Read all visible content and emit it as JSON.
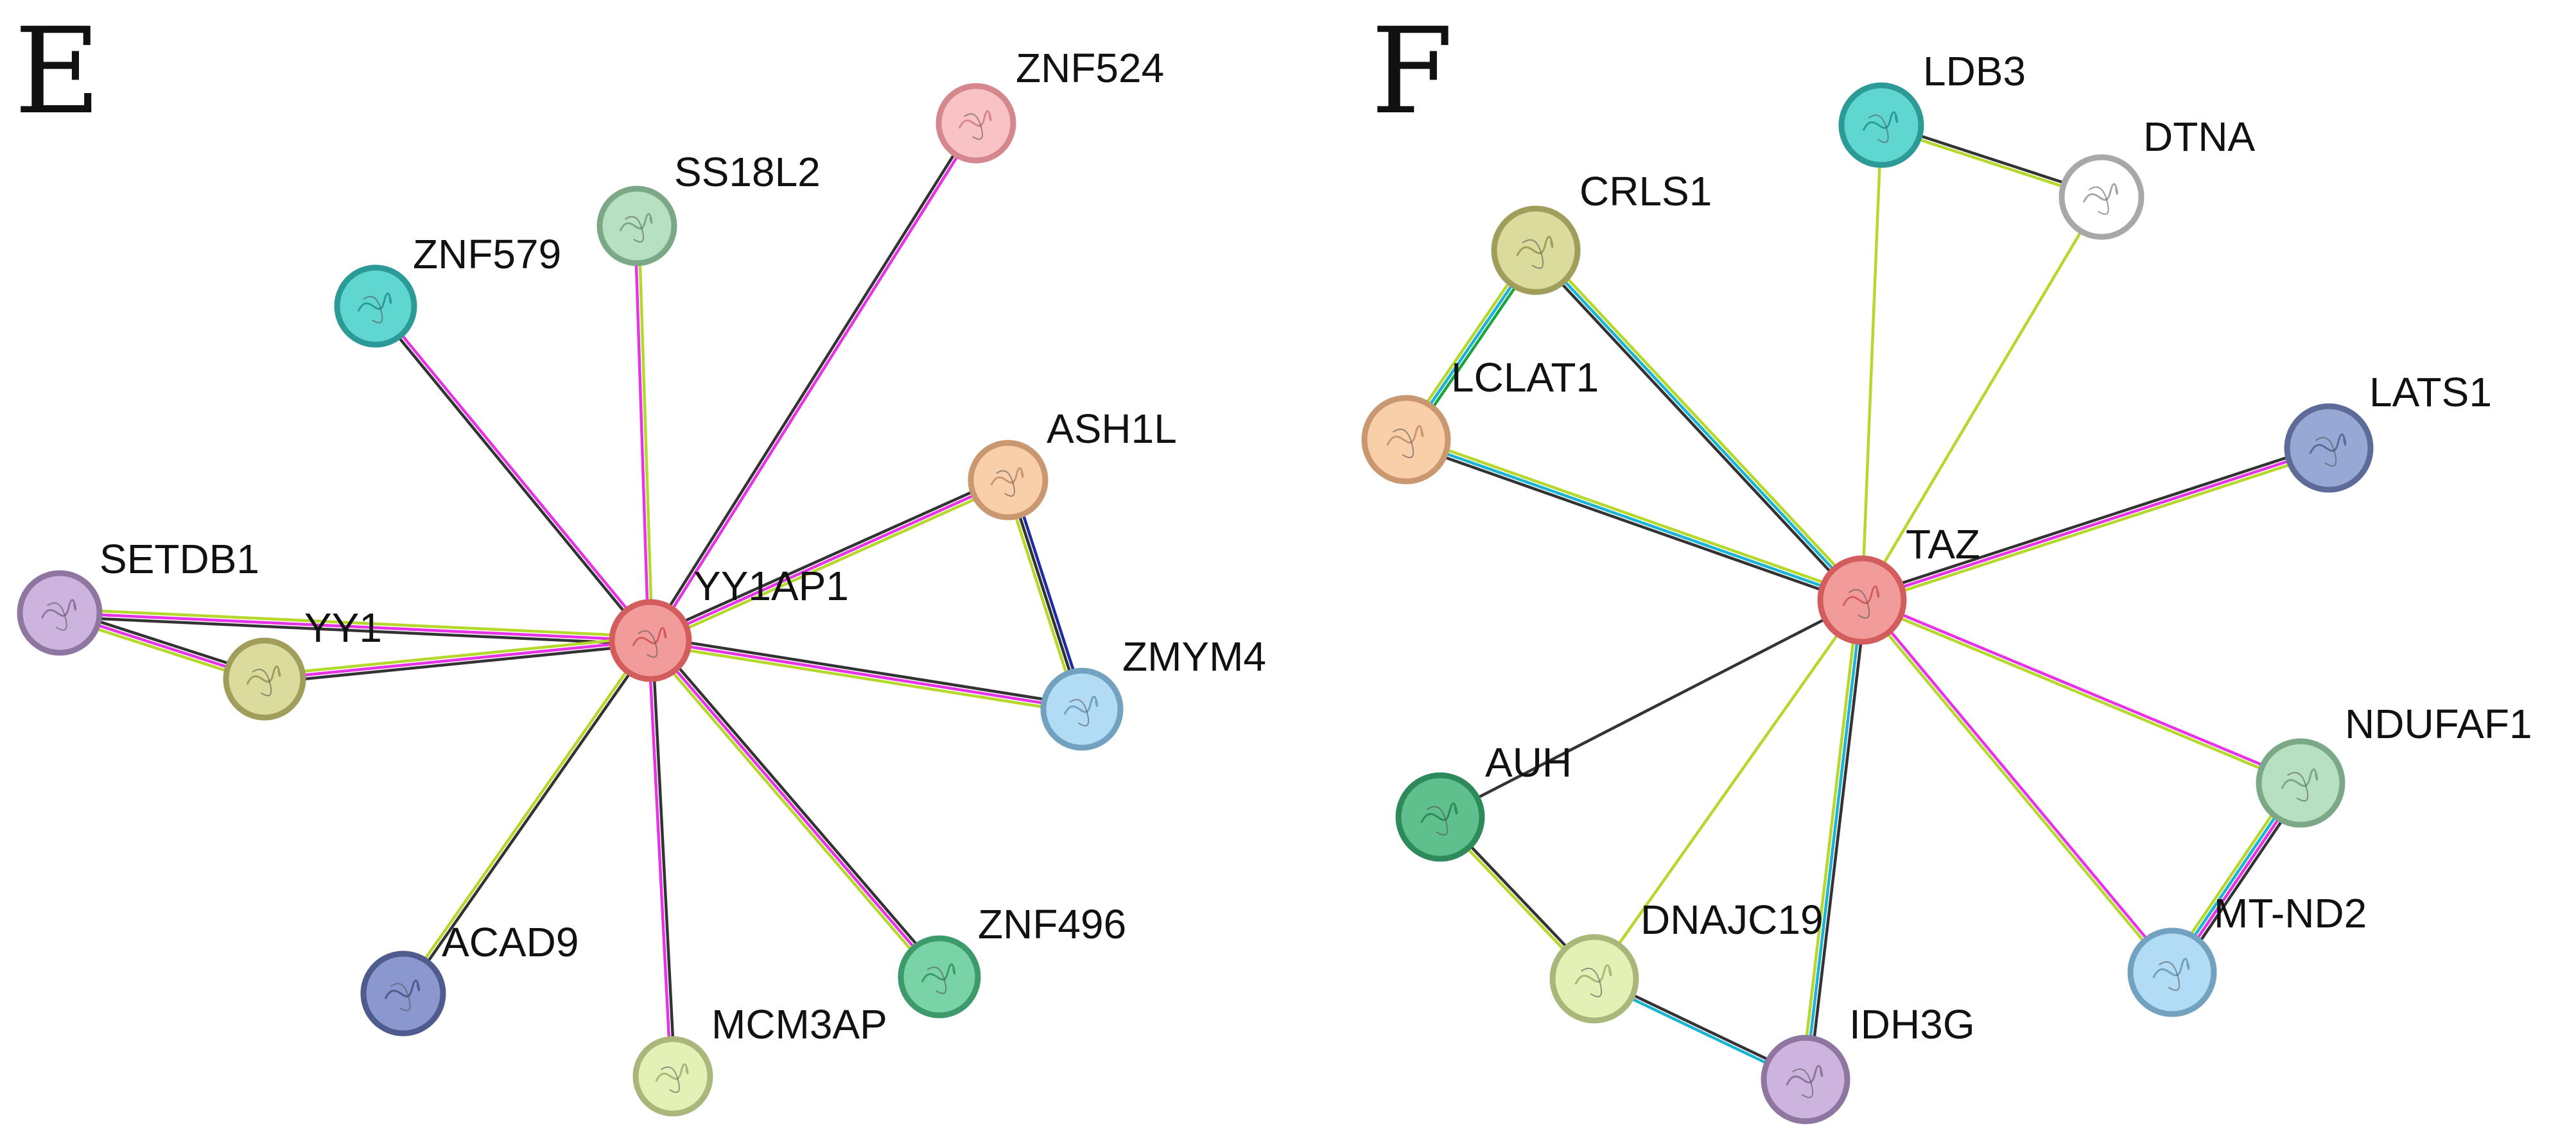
{
  "colors": {
    "experiment": "#333333",
    "database": "#e733e6",
    "textmining": "#b5d82c",
    "coexpression": "#1d2ba4",
    "curated": "#1ab3d3",
    "neighborhood": "#1aa540"
  },
  "panels": [
    {
      "letter": "E",
      "nodes": [
        {
          "id": "YY1AP1",
          "label": "YY1AP1",
          "fill": "#f29b9b",
          "stroke": "#d35c5c",
          "glyph": "protein-structure-icon"
        },
        {
          "id": "ZNF524",
          "label": "ZNF524",
          "fill": "#f9c3c6",
          "stroke": "#d4878c",
          "glyph": "protein-structure-icon"
        },
        {
          "id": "SS18L2",
          "label": "SS18L2",
          "fill": "#b7e0c2",
          "stroke": "#7ba887",
          "glyph": "protein-structure-icon"
        },
        {
          "id": "ZNF579",
          "label": "ZNF579",
          "fill": "#5fd6d0",
          "stroke": "#2c9b98",
          "glyph": "protein-structure-icon"
        },
        {
          "id": "ASH1L",
          "label": "ASH1L",
          "fill": "#f9cfaa",
          "stroke": "#c99870",
          "glyph": "protein-structure-icon"
        },
        {
          "id": "SETDB1",
          "label": "SETDB1",
          "fill": "#cdb4de",
          "stroke": "#8e76a0",
          "glyph": "protein-structure-icon"
        },
        {
          "id": "YY1",
          "label": "YY1",
          "fill": "#dcdb9e",
          "stroke": "#a09e5a",
          "glyph": "protein-structure-icon"
        },
        {
          "id": "ZMYM4",
          "label": "ZMYM4",
          "fill": "#b2dcf6",
          "stroke": "#72a2bf",
          "glyph": "protein-structure-icon"
        },
        {
          "id": "ACAD9",
          "label": "ACAD9",
          "fill": "#8b98cf",
          "stroke": "#4f5a8d",
          "glyph": "protein-structure-icon"
        },
        {
          "id": "MCM3AP",
          "label": "MCM3AP",
          "fill": "#e4f1b6",
          "stroke": "#a9b77a",
          "glyph": "protein-structure-icon"
        },
        {
          "id": "ZNF496",
          "label": "ZNF496",
          "fill": "#79d3a6",
          "stroke": "#3c9a6b",
          "glyph": "protein-structure-icon"
        }
      ],
      "edges": [
        {
          "from": "YY1AP1",
          "to": "ZNF524",
          "types": [
            "experiment",
            "database"
          ]
        },
        {
          "from": "YY1AP1",
          "to": "SS18L2",
          "types": [
            "database",
            "textmining"
          ]
        },
        {
          "from": "YY1AP1",
          "to": "ZNF579",
          "types": [
            "experiment",
            "database"
          ]
        },
        {
          "from": "YY1AP1",
          "to": "ASH1L",
          "types": [
            "experiment",
            "database",
            "textmining"
          ]
        },
        {
          "from": "YY1AP1",
          "to": "SETDB1",
          "types": [
            "experiment",
            "database",
            "textmining"
          ]
        },
        {
          "from": "YY1AP1",
          "to": "YY1",
          "types": [
            "experiment",
            "database",
            "textmining"
          ]
        },
        {
          "from": "YY1AP1",
          "to": "ZMYM4",
          "types": [
            "experiment",
            "database",
            "textmining"
          ]
        },
        {
          "from": "YY1AP1",
          "to": "ACAD9",
          "types": [
            "experiment",
            "textmining"
          ]
        },
        {
          "from": "YY1AP1",
          "to": "MCM3AP",
          "types": [
            "experiment",
            "database"
          ]
        },
        {
          "from": "YY1AP1",
          "to": "ZNF496",
          "types": [
            "experiment",
            "database",
            "textmining"
          ]
        },
        {
          "from": "SETDB1",
          "to": "YY1",
          "types": [
            "experiment",
            "database",
            "textmining"
          ]
        },
        {
          "from": "ASH1L",
          "to": "ZMYM4",
          "types": [
            "coexpression",
            "experiment",
            "textmining"
          ]
        }
      ]
    },
    {
      "letter": "F",
      "nodes": [
        {
          "id": "TAZ",
          "label": "TAZ",
          "fill": "#f29b9b",
          "stroke": "#d35c5c",
          "glyph": "protein-structure-icon"
        },
        {
          "id": "LDB3",
          "label": "LDB3",
          "fill": "#5fd6d0",
          "stroke": "#2c9b98",
          "glyph": "protein-structure-icon"
        },
        {
          "id": "DTNA",
          "label": "DTNA",
          "fill": "#ffffff",
          "stroke": "#a8a8a8",
          "glyph": "protein-structure-icon"
        },
        {
          "id": "CRLS1",
          "label": "CRLS1",
          "fill": "#dcdb9e",
          "stroke": "#a09e5a",
          "glyph": "protein-structure-icon"
        },
        {
          "id": "LCLAT1",
          "label": "LCLAT1",
          "fill": "#f9cfaa",
          "stroke": "#c99870",
          "glyph": "protein-structure-icon"
        },
        {
          "id": "LATS1",
          "label": "LATS1",
          "fill": "#98a8d5",
          "stroke": "#5c6b97",
          "glyph": "protein-structure-icon"
        },
        {
          "id": "AUH",
          "label": "AUH",
          "fill": "#5fbf8d",
          "stroke": "#2f8a5b",
          "glyph": "protein-structure-icon"
        },
        {
          "id": "NDUFAF1",
          "label": "NDUFAF1",
          "fill": "#b7e0c2",
          "stroke": "#7ba887",
          "glyph": "protein-structure-icon"
        },
        {
          "id": "DNAJC19",
          "label": "DNAJC19",
          "fill": "#e4f1b6",
          "stroke": "#a9b77a",
          "glyph": "protein-structure-icon"
        },
        {
          "id": "MT-ND2",
          "label": "MT-ND2",
          "fill": "#b2dcf6",
          "stroke": "#72a2bf",
          "glyph": "protein-structure-icon"
        },
        {
          "id": "IDH3G",
          "label": "IDH3G",
          "fill": "#cdb4de",
          "stroke": "#8e76a0",
          "glyph": "protein-structure-icon"
        }
      ],
      "edges": [
        {
          "from": "TAZ",
          "to": "LDB3",
          "types": [
            "textmining"
          ]
        },
        {
          "from": "TAZ",
          "to": "DTNA",
          "types": [
            "textmining"
          ]
        },
        {
          "from": "LDB3",
          "to": "DTNA",
          "types": [
            "experiment",
            "textmining"
          ]
        },
        {
          "from": "TAZ",
          "to": "CRLS1",
          "types": [
            "experiment",
            "curated",
            "textmining"
          ]
        },
        {
          "from": "TAZ",
          "to": "LCLAT1",
          "types": [
            "experiment",
            "curated",
            "textmining"
          ]
        },
        {
          "from": "CRLS1",
          "to": "LCLAT1",
          "types": [
            "neighborhood",
            "curated",
            "textmining"
          ]
        },
        {
          "from": "TAZ",
          "to": "LATS1",
          "types": [
            "experiment",
            "database",
            "textmining"
          ]
        },
        {
          "from": "TAZ",
          "to": "AUH",
          "types": [
            "experiment"
          ]
        },
        {
          "from": "TAZ",
          "to": "NDUFAF1",
          "types": [
            "database",
            "textmining"
          ]
        },
        {
          "from": "TAZ",
          "to": "DNAJC19",
          "types": [
            "textmining"
          ]
        },
        {
          "from": "TAZ",
          "to": "MT-ND2",
          "types": [
            "database",
            "textmining"
          ]
        },
        {
          "from": "TAZ",
          "to": "IDH3G",
          "types": [
            "experiment",
            "curated",
            "textmining"
          ]
        },
        {
          "from": "AUH",
          "to": "DNAJC19",
          "types": [
            "experiment",
            "textmining"
          ]
        },
        {
          "from": "DNAJC19",
          "to": "IDH3G",
          "types": [
            "experiment",
            "curated"
          ]
        },
        {
          "from": "NDUFAF1",
          "to": "MT-ND2",
          "types": [
            "experiment",
            "database",
            "curated",
            "textmining"
          ]
        }
      ]
    }
  ]
}
